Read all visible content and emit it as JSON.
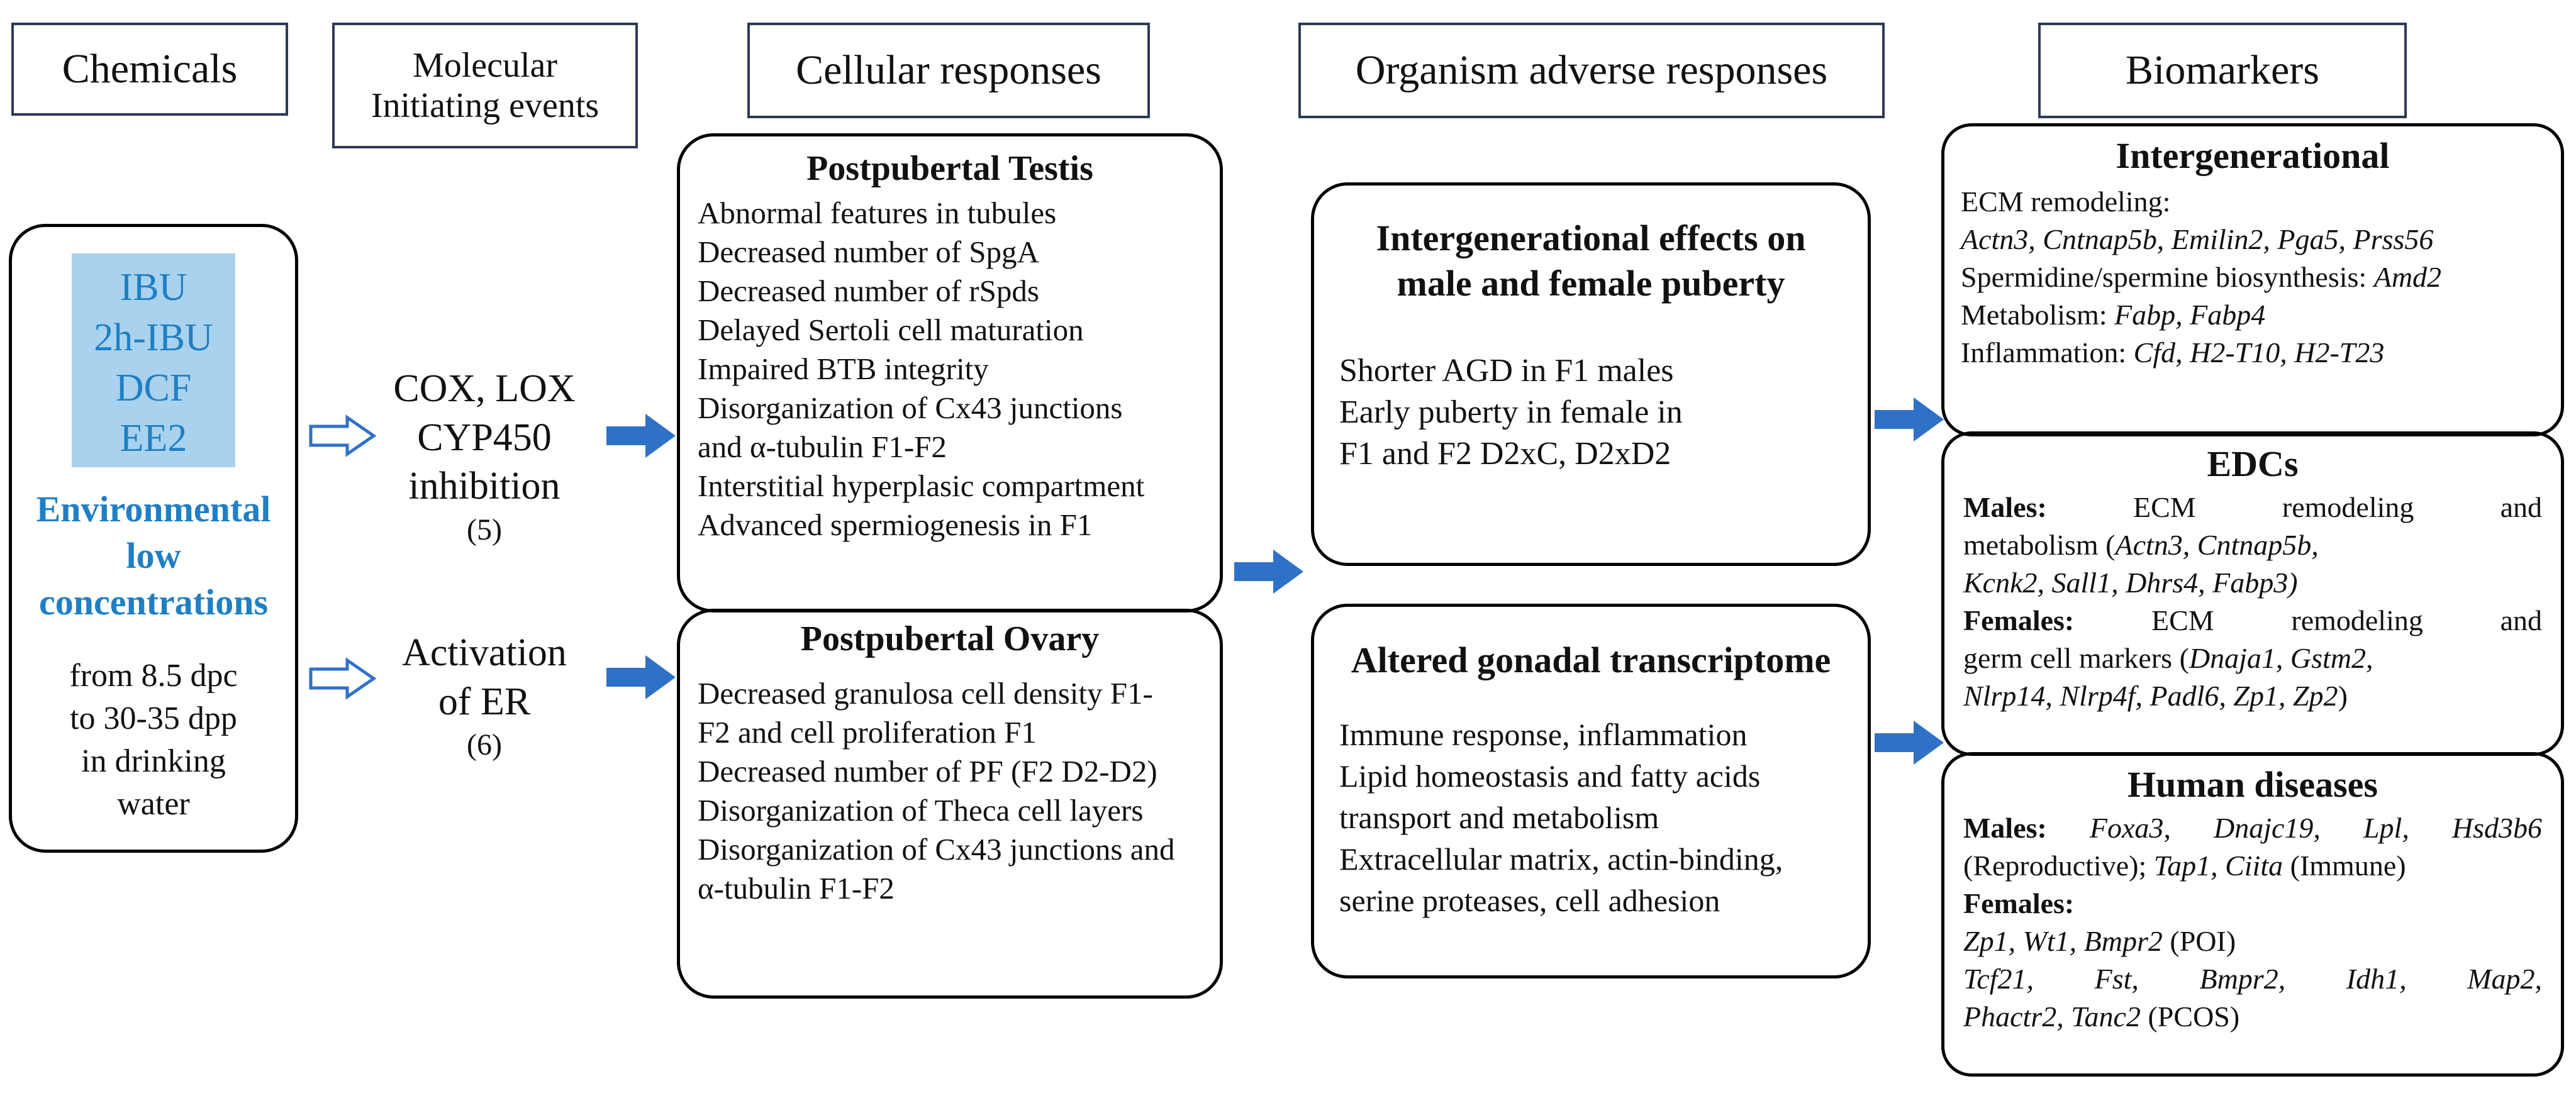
{
  "headers": {
    "chemicals": "Chemicals",
    "molecular_line1": "Molecular",
    "molecular_line2": "Initiating events",
    "cellular": "Cellular responses",
    "organism": "Organism adverse responses",
    "biomarkers": "Biomarkers"
  },
  "chemicals": {
    "compounds": [
      "IBU",
      "2h-IBU",
      "DCF",
      "EE2"
    ],
    "env_line1": "Environmental",
    "env_line2": "low",
    "env_line3": "concentrations",
    "exposure_line1": "from 8.5 dpc",
    "exposure_line2": "to 30-35 dpp",
    "exposure_line3": "in drinking",
    "exposure_line4": "water"
  },
  "mie": {
    "cox_line1": "COX, LOX",
    "cox_line2": "CYP450",
    "cox_line3": "inhibition",
    "cox_ref": "(5)",
    "er_line1": "Activation",
    "er_line2": "of ER",
    "er_ref": "(6)"
  },
  "testis": {
    "title": "Postpubertal Testis",
    "items": [
      "Abnormal features in tubules",
      "Decreased number of SpgA",
      "Decreased number of rSpds",
      "Delayed Sertoli cell maturation",
      "Impaired BTB integrity",
      "Disorganization of Cx43 junctions",
      "and α-tubulin F1-F2",
      "Interstitial hyperplasic compartment",
      "Advanced spermiogenesis in F1"
    ]
  },
  "ovary": {
    "title": "Postpubertal Ovary",
    "items": [
      "Decreased granulosa cell density F1-",
      "F2 and cell proliferation F1",
      "Decreased number of PF (F2 D2-D2)",
      "Disorganization of Theca cell layers",
      "Disorganization of Cx43 junctions and",
      "α-tubulin F1-F2"
    ]
  },
  "puberty": {
    "title_line1": "Intergenerational effects on",
    "title_line2": "male and female puberty",
    "items": [
      "Shorter AGD in F1 males",
      "Early puberty in female in",
      "F1 and F2 D2xC, D2xD2"
    ]
  },
  "transcriptome": {
    "title": "Altered gonadal transcriptome",
    "items": [
      "Immune response, inflammation",
      "Lipid homeostasis and fatty acids",
      "transport and metabolism",
      "Extracellular matrix, actin-binding,",
      "serine proteases, cell adhesion"
    ]
  },
  "intergenerational": {
    "title": "Intergenerational",
    "ecm_label": "ECM remodeling:",
    "ecm_genes": "Actn3, Cntnap5b, Emilin2, Pga5, Prss56",
    "sperm_label": "Spermidine/spermine biosynthesis: ",
    "sperm_gene": "Amd2",
    "metab_label": "Metabolism: ",
    "metab_genes": "Fabp, Fabp4",
    "inflam_label": "Inflammation: ",
    "inflam_genes": "Cfd, H2-T10, H2-T23"
  },
  "edcs": {
    "title": "EDCs",
    "males_label": "Males:",
    "males_l1": "ECM remodeling and",
    "males_l2a": "metabolism (",
    "males_l2b": "Actn3, Cntnap5b,",
    "males_l3": "Kcnk2, Sall1, Dhrs4, Fabp3)",
    "females_label": "Females:",
    "females_l1": "ECM remodeling and",
    "females_l2a": "germ cell markers (",
    "females_l2b": "Dnaja1, Gstm2,",
    "females_l3": "Nlrp14, Nlrp4f, Padl6, Zp1, Zp2",
    "females_l3c": ")"
  },
  "human": {
    "title": "Human diseases",
    "males_label": "Males:",
    "males_l1": "Foxa3, Dnajc19, Lpl, Hsd3b6",
    "males_l2a": "(Reproductive); ",
    "males_l2b": "Tap1, Ciita",
    "males_l2c": " (Immune)",
    "females_label": "Females:",
    "poi_genes": "Zp1, Wt1, Bmpr2",
    "poi_label": " (POI)",
    "pcos_l1": "Tcf21, Fst, Bmpr2, Idh1, Map2,",
    "pcos_l2": "Phactr2, Tanc2",
    "pcos_label": " (PCOS)"
  },
  "colors": {
    "arrow_fill": "#2f71c7",
    "chem_box": "#a9d2ee",
    "chem_text": "#1f7fc4",
    "header_border": "#2b3a55"
  },
  "icons": [
    "hollow-right-arrow",
    "filled-right-arrow"
  ]
}
